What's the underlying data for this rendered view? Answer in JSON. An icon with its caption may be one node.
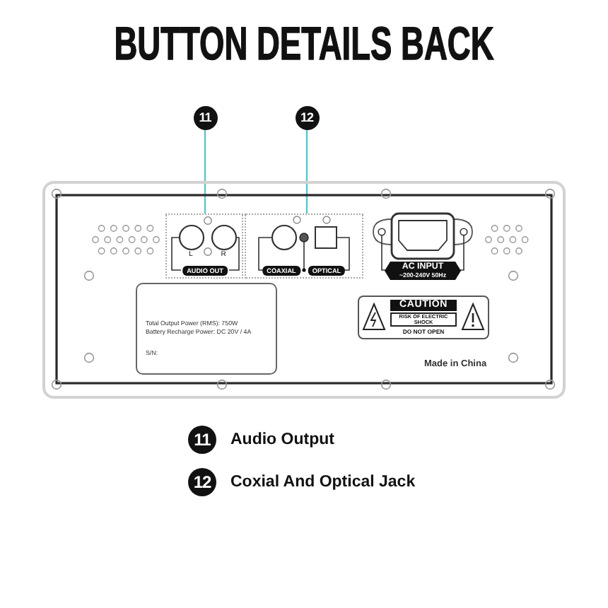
{
  "diagram": {
    "title": "BUTTON DETAILS BACK",
    "nodes": [
      {
        "text": [
          "11"
        ]
      },
      {
        "text": [
          "12"
        ]
      },
      {
        "text": [
          "Made in China"
        ]
      },
      {
        "text": [
          "L",
          "R",
          "AUDIO OUT"
        ],
        "in": 2
      },
      {
        "text": [
          "COAXIAL",
          "OPTICAL"
        ],
        "in": 2
      },
      {
        "text": [
          "AC INPUT",
          "~200-240V 50Hz"
        ],
        "in": 2
      },
      {
        "text": [
          "Total Output Power (RMS): 750W",
          "Battery Recharge Power: DC 20V / 4A",
          "S/N:"
        ],
        "in": 2
      },
      {
        "text": [
          "CAUTION",
          "RISK OF ELECTRIC SHOCK",
          "DO NOT OPEN"
        ],
        "in": 2
      },
      {
        "text": [
          "11"
        ],
        "beside": [
          "Audio Output"
        ]
      },
      {
        "text": [
          "12"
        ],
        "beside": [
          "Coxial And Optical Jack"
        ]
      }
    ],
    "edges": [
      {
        "from": 0,
        "to": 3,
        "arrow": "none"
      },
      {
        "from": 1,
        "to": 4,
        "arrow": "none"
      }
    ]
  }
}
